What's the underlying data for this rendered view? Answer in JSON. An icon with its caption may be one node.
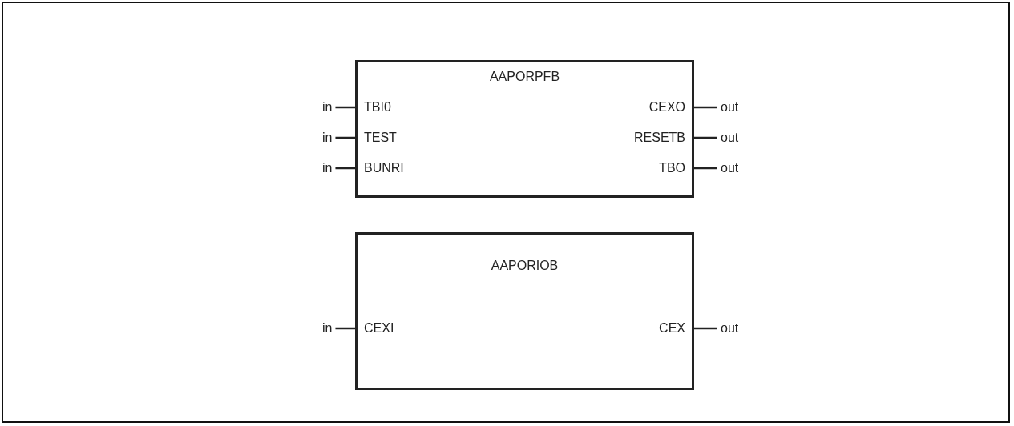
{
  "diagram": {
    "nodes": [
      {
        "text": [
          "AAPORPFB"
        ]
      },
      {
        "text": [
          "TBI0"
        ],
        "in": 0
      },
      {
        "text": [
          "CEXO"
        ],
        "in": 0
      },
      {
        "text": [
          "TEST"
        ],
        "in": 0
      },
      {
        "text": [
          "RESETB"
        ],
        "in": 0
      },
      {
        "text": [
          "BUNRI"
        ],
        "in": 0
      },
      {
        "text": [
          "TBO"
        ],
        "in": 0
      },
      {
        "text": [
          "in"
        ]
      },
      {
        "text": [
          "out"
        ]
      },
      {
        "text": [
          "in"
        ]
      },
      {
        "text": [
          "out"
        ]
      },
      {
        "text": [
          "in"
        ]
      },
      {
        "text": [
          "out"
        ]
      },
      {
        "text": [
          "AAPORIOB"
        ]
      },
      {
        "text": [
          "CEXI"
        ],
        "in": 13
      },
      {
        "text": [
          "CEX"
        ],
        "in": 13
      },
      {
        "text": [
          "in"
        ]
      },
      {
        "text": [
          "out"
        ]
      }
    ],
    "edges": [
      {
        "from": 7,
        "to": 1,
        "arrow": "none"
      },
      {
        "from": 2,
        "to": 8,
        "arrow": "none"
      },
      {
        "from": 9,
        "to": 3,
        "arrow": "none"
      },
      {
        "from": 4,
        "to": 10,
        "arrow": "none"
      },
      {
        "from": 11,
        "to": 5,
        "arrow": "none"
      },
      {
        "from": 6,
        "to": 12,
        "arrow": "none"
      },
      {
        "from": 16,
        "to": 14,
        "arrow": "none"
      },
      {
        "from": 15,
        "to": 17,
        "arrow": "none"
      }
    ]
  }
}
